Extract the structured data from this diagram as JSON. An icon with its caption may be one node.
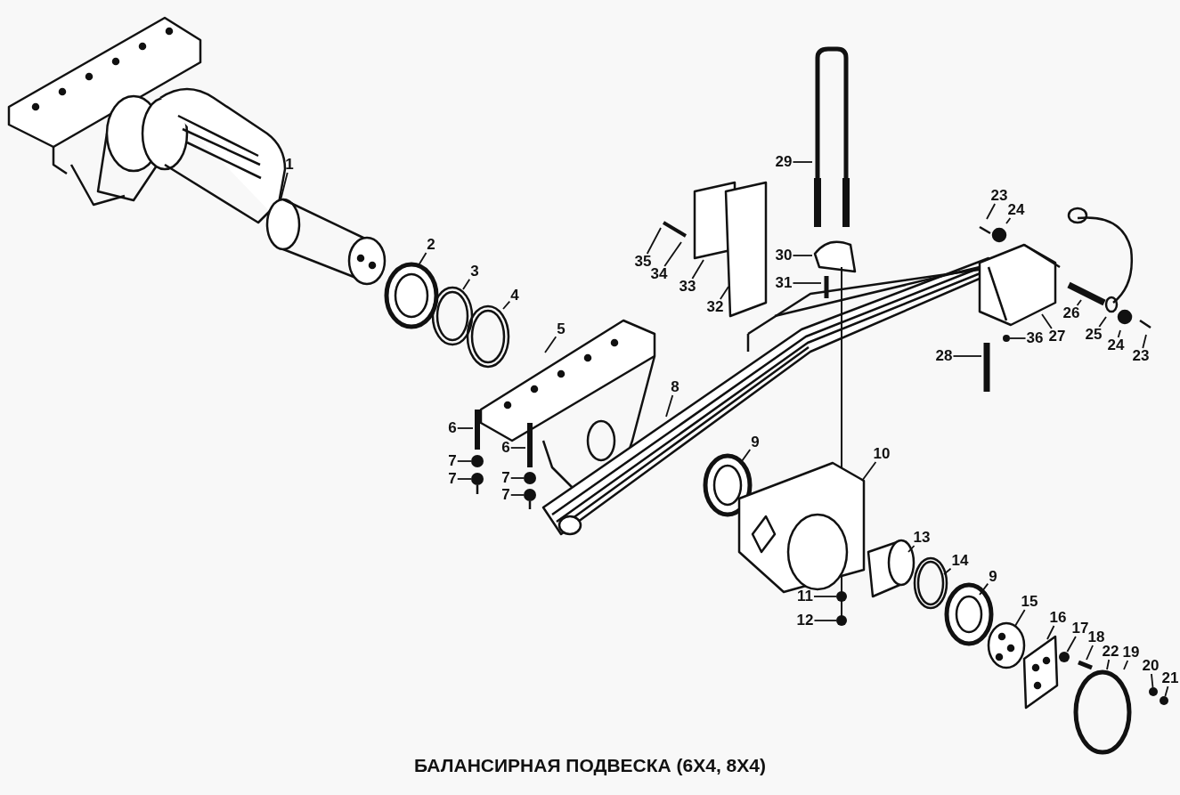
{
  "diagram": {
    "title": "БАЛАНСИРНАЯ ПОДВЕСКА (6X4, 8X4)",
    "nodes": [
      {
        "text": [
          "1"
        ]
      },
      {
        "text": [
          "29"
        ]
      },
      {
        "text": [
          "23"
        ]
      },
      {
        "text": [
          "24"
        ]
      },
      {
        "text": [
          "35"
        ]
      },
      {
        "text": [
          "34"
        ]
      },
      {
        "text": [
          "33"
        ]
      },
      {
        "text": [
          "2"
        ]
      },
      {
        "text": [
          "30"
        ]
      },
      {
        "text": [
          "31"
        ]
      },
      {
        "text": [
          "3"
        ]
      },
      {
        "text": [
          "32"
        ]
      },
      {
        "text": [
          "4"
        ]
      },
      {
        "text": [
          "26"
        ]
      },
      {
        "text": [
          "5"
        ]
      },
      {
        "text": [
          "25"
        ]
      },
      {
        "text": [
          "27"
        ]
      },
      {
        "text": [
          "36"
        ]
      },
      {
        "text": [
          "24"
        ]
      },
      {
        "text": [
          "23"
        ]
      },
      {
        "text": [
          "28"
        ]
      },
      {
        "text": [
          "8"
        ]
      },
      {
        "text": [
          "6"
        ]
      },
      {
        "text": [
          "6"
        ]
      },
      {
        "text": [
          "9"
        ]
      },
      {
        "text": [
          "10"
        ]
      },
      {
        "text": [
          "7"
        ]
      },
      {
        "text": [
          "7"
        ]
      },
      {
        "text": [
          "7"
        ]
      },
      {
        "text": [
          "7"
        ]
      },
      {
        "text": [
          "13"
        ]
      },
      {
        "text": [
          "14"
        ]
      },
      {
        "text": [
          "9"
        ]
      },
      {
        "text": [
          "11"
        ]
      },
      {
        "text": [
          "15"
        ]
      },
      {
        "text": [
          "16"
        ]
      },
      {
        "text": [
          "17"
        ]
      },
      {
        "text": [
          "18"
        ]
      },
      {
        "text": [
          "12"
        ]
      },
      {
        "text": [
          "22"
        ]
      },
      {
        "text": [
          "19"
        ]
      },
      {
        "text": [
          "20"
        ]
      },
      {
        "text": [
          "21"
        ]
      },
      {
        "text": [],
        "shape": "circle"
      },
      {
        "text": [],
        "shape": "circle"
      },
      {
        "text": [],
        "shape": "circle"
      },
      {
        "text": [],
        "shape": "circle"
      },
      {
        "text": [],
        "shape": "circle"
      },
      {
        "text": [],
        "shape": "circle"
      },
      {
        "text": [],
        "shape": "circle"
      },
      {
        "text": [],
        "shape": "circle"
      },
      {
        "text": [],
        "shape": "circle"
      },
      {
        "text": [],
        "shape": "circle"
      }
    ],
    "edges": [
      {
        "from": 0,
        "to": null,
        "arrow": "none"
      },
      {
        "from": 1,
        "to": null,
        "arrow": "none"
      },
      {
        "from": 2,
        "to": null,
        "arrow": "none"
      },
      {
        "from": 3,
        "to": null,
        "arrow": "none"
      },
      {
        "from": 4,
        "to": null,
        "arrow": "none"
      },
      {
        "from": 5,
        "to": null,
        "arrow": "none"
      },
      {
        "from": 6,
        "to": null,
        "arrow": "none"
      },
      {
        "from": 7,
        "to": null,
        "arrow": "none"
      },
      {
        "from": 8,
        "to": null,
        "arrow": "none"
      },
      {
        "from": 9,
        "to": null,
        "arrow": "none"
      },
      {
        "from": 10,
        "to": null,
        "arrow": "none"
      },
      {
        "from": 11,
        "to": null,
        "arrow": "none"
      },
      {
        "from": 12,
        "to": null,
        "arrow": "none"
      },
      {
        "from": 13,
        "to": null,
        "arrow": "none"
      },
      {
        "from": 14,
        "to": null,
        "arrow": "none"
      },
      {
        "from": 15,
        "to": null,
        "arrow": "none"
      },
      {
        "from": 16,
        "to": null,
        "arrow": "none"
      },
      {
        "from": 17,
        "to": 49,
        "arrow": "none"
      },
      {
        "from": 18,
        "to": null,
        "arrow": "none"
      },
      {
        "from": 19,
        "to": null,
        "arrow": "none"
      },
      {
        "from": 20,
        "to": null,
        "arrow": "none"
      },
      {
        "from": 21,
        "to": null,
        "arrow": "none"
      },
      {
        "from": 22,
        "to": null,
        "arrow": "none"
      },
      {
        "from": 23,
        "to": null,
        "arrow": "none"
      },
      {
        "from": 24,
        "to": null,
        "arrow": "none"
      },
      {
        "from": 25,
        "to": null,
        "arrow": "none"
      },
      {
        "from": 26,
        "to": 43,
        "arrow": "none"
      },
      {
        "from": 27,
        "to": 44,
        "arrow": "none"
      },
      {
        "from": 28,
        "to": 45,
        "arrow": "none"
      },
      {
        "from": 29,
        "to": 46,
        "arrow": "none"
      },
      {
        "from": 30,
        "to": null,
        "arrow": "none"
      },
      {
        "from": 31,
        "to": null,
        "arrow": "none"
      },
      {
        "from": 32,
        "to": null,
        "arrow": "none"
      },
      {
        "from": 33,
        "to": 47,
        "arrow": "none"
      },
      {
        "from": 34,
        "to": null,
        "arrow": "none"
      },
      {
        "from": 35,
        "to": null,
        "arrow": "none"
      },
      {
        "from": 36,
        "to": 50,
        "arrow": "none"
      },
      {
        "from": 37,
        "to": null,
        "arrow": "none"
      },
      {
        "from": 38,
        "to": 48,
        "arrow": "none"
      },
      {
        "from": 39,
        "to": null,
        "arrow": "none"
      },
      {
        "from": 40,
        "to": null,
        "arrow": "none"
      },
      {
        "from": 41,
        "to": 51,
        "arrow": "none"
      },
      {
        "from": 42,
        "to": 52,
        "arrow": "none"
      }
    ]
  }
}
